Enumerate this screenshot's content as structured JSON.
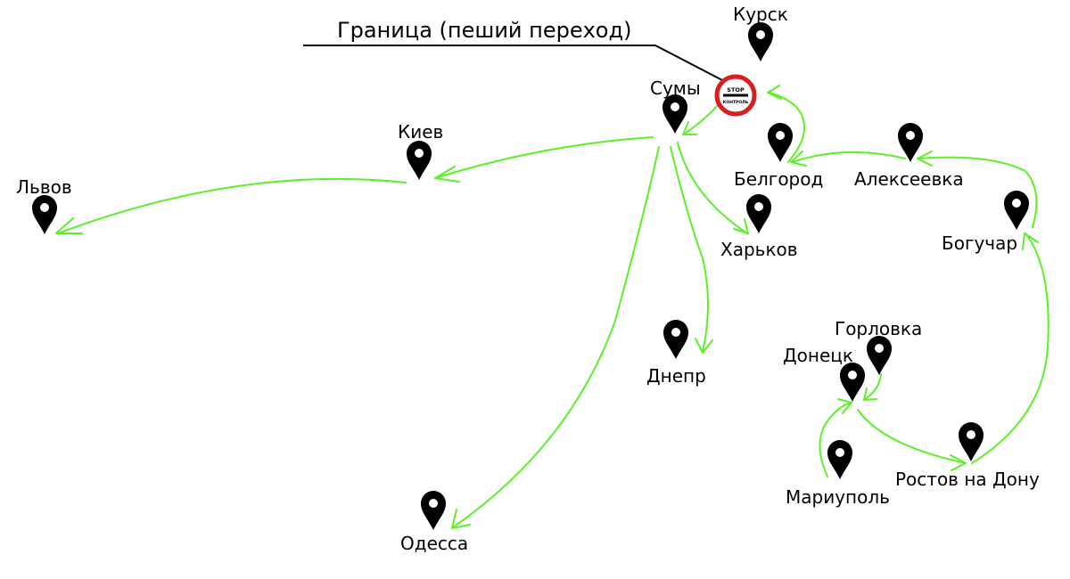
{
  "border_label": "Граница (пеший переход)",
  "stop_sign": {
    "top_text": "STOP",
    "bottom_text": "КОНТРОЛЬ",
    "ring_color": "#d42020"
  },
  "route_color": "#5cf02a",
  "cities": {
    "kursk": "Курск",
    "sumy": "Сумы",
    "kiev": "Киев",
    "lvov": "Львов",
    "belgorod": "Белгород",
    "alekseevka": "Алексеевка",
    "kharkov": "Харьков",
    "boguchar": "Богучар",
    "dnepr": "Днепр",
    "gorlovka": "Горловка",
    "donetsk": "Донецк",
    "mariupol": "Мариуполь",
    "rostov": "Ростов на Дону",
    "odessa": "Одесса"
  },
  "pin_icon": "map-marker-icon"
}
